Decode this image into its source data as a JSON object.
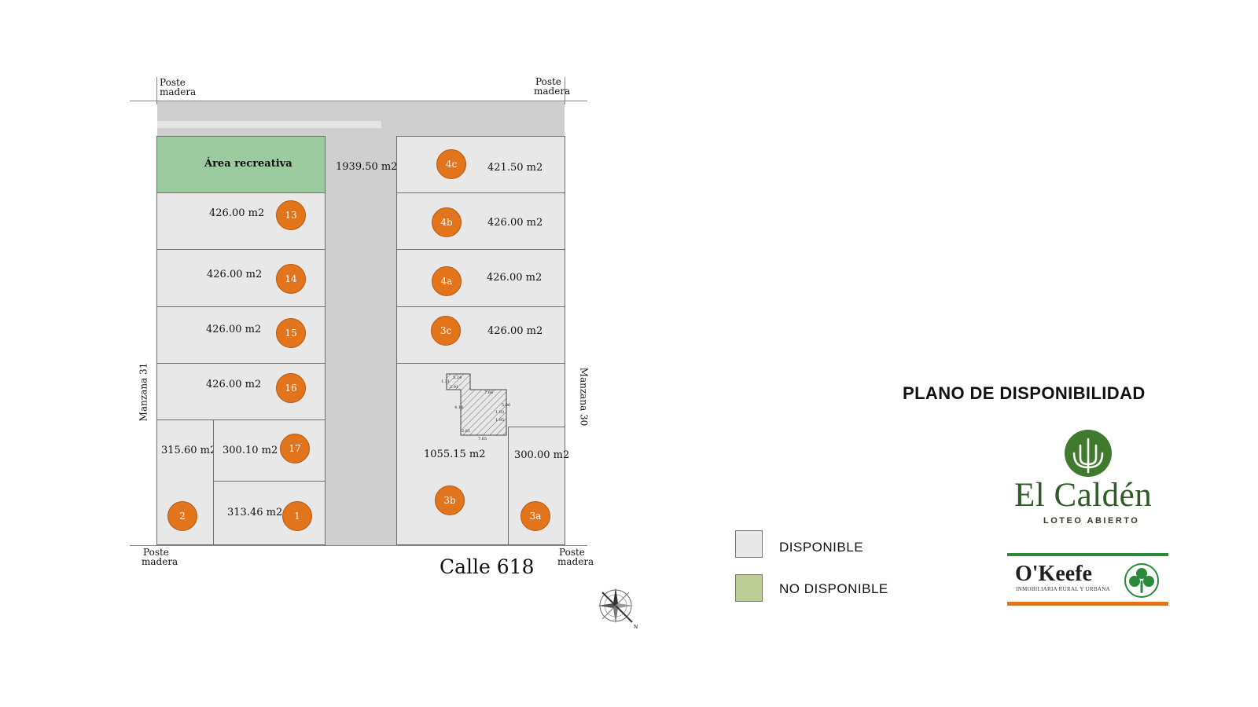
{
  "map": {
    "posts": {
      "top_left": [
        "Poste",
        "madera"
      ],
      "top_right": [
        "Poste",
        "madera"
      ],
      "bottom_left": [
        "Poste",
        "madera"
      ],
      "bottom_right": [
        "Poste",
        "madera"
      ]
    },
    "street_bottom": "Calle 618",
    "block_left": "Manzana 31",
    "block_right": "Manzana 30",
    "recreational_area": "Área recreativa",
    "central_strip_area": "1939.50 m2",
    "lots": [
      {
        "id": "4c",
        "area": "421.50 m2",
        "status": "disponible"
      },
      {
        "id": "4b",
        "area": "426.00 m2",
        "status": "disponible"
      },
      {
        "id": "4a",
        "area": "426.00 m2",
        "status": "disponible"
      },
      {
        "id": "3c",
        "area": "426.00 m2",
        "status": "disponible"
      },
      {
        "id": "13",
        "area": "426.00 m2",
        "status": "disponible"
      },
      {
        "id": "14",
        "area": "426.00 m2",
        "status": "disponible"
      },
      {
        "id": "15",
        "area": "426.00 m2",
        "status": "disponible"
      },
      {
        "id": "16",
        "area": "426.00 m2",
        "status": "disponible"
      },
      {
        "id": "17",
        "area": "300.10 m2",
        "status": "disponible"
      },
      {
        "id": "2",
        "area": "315.60 m2",
        "status": "disponible"
      },
      {
        "id": "1",
        "area": "313.46 m2",
        "status": "disponible"
      },
      {
        "id": "3b",
        "area": "1055.15 m2",
        "status": "disponible"
      },
      {
        "id": "3a",
        "area": "300.00 m2",
        "status": "disponible"
      }
    ],
    "building_dims": [
      "5.24",
      "1.31",
      "2.91",
      "7.66",
      "5.06",
      "1.03",
      "1.95",
      "4.16",
      "2.61",
      "7.65"
    ]
  },
  "legend": {
    "items": [
      {
        "label": "DISPONIBLE",
        "color": "#e8e8e8"
      },
      {
        "label": "NO DISPONIBLE",
        "color": "#bcce96"
      }
    ]
  },
  "title": "PLANO DE DISPONIBILIDAD",
  "brand": {
    "name": "El Caldén",
    "tagline": "LOTEO ABIERTO",
    "partner_name": "O'Keefe",
    "partner_tagline": "INMOBILIARIA RURAL Y URBANA"
  },
  "colors": {
    "lot_available": "#e8e8e8",
    "lot_unavailable": "#9dcba0",
    "badge": "#e2741c",
    "road": "#cfcfcf",
    "brand_green": "#2f5b27",
    "okeefe_green": "#2a8a3a",
    "okeefe_orange": "#e2741c"
  }
}
